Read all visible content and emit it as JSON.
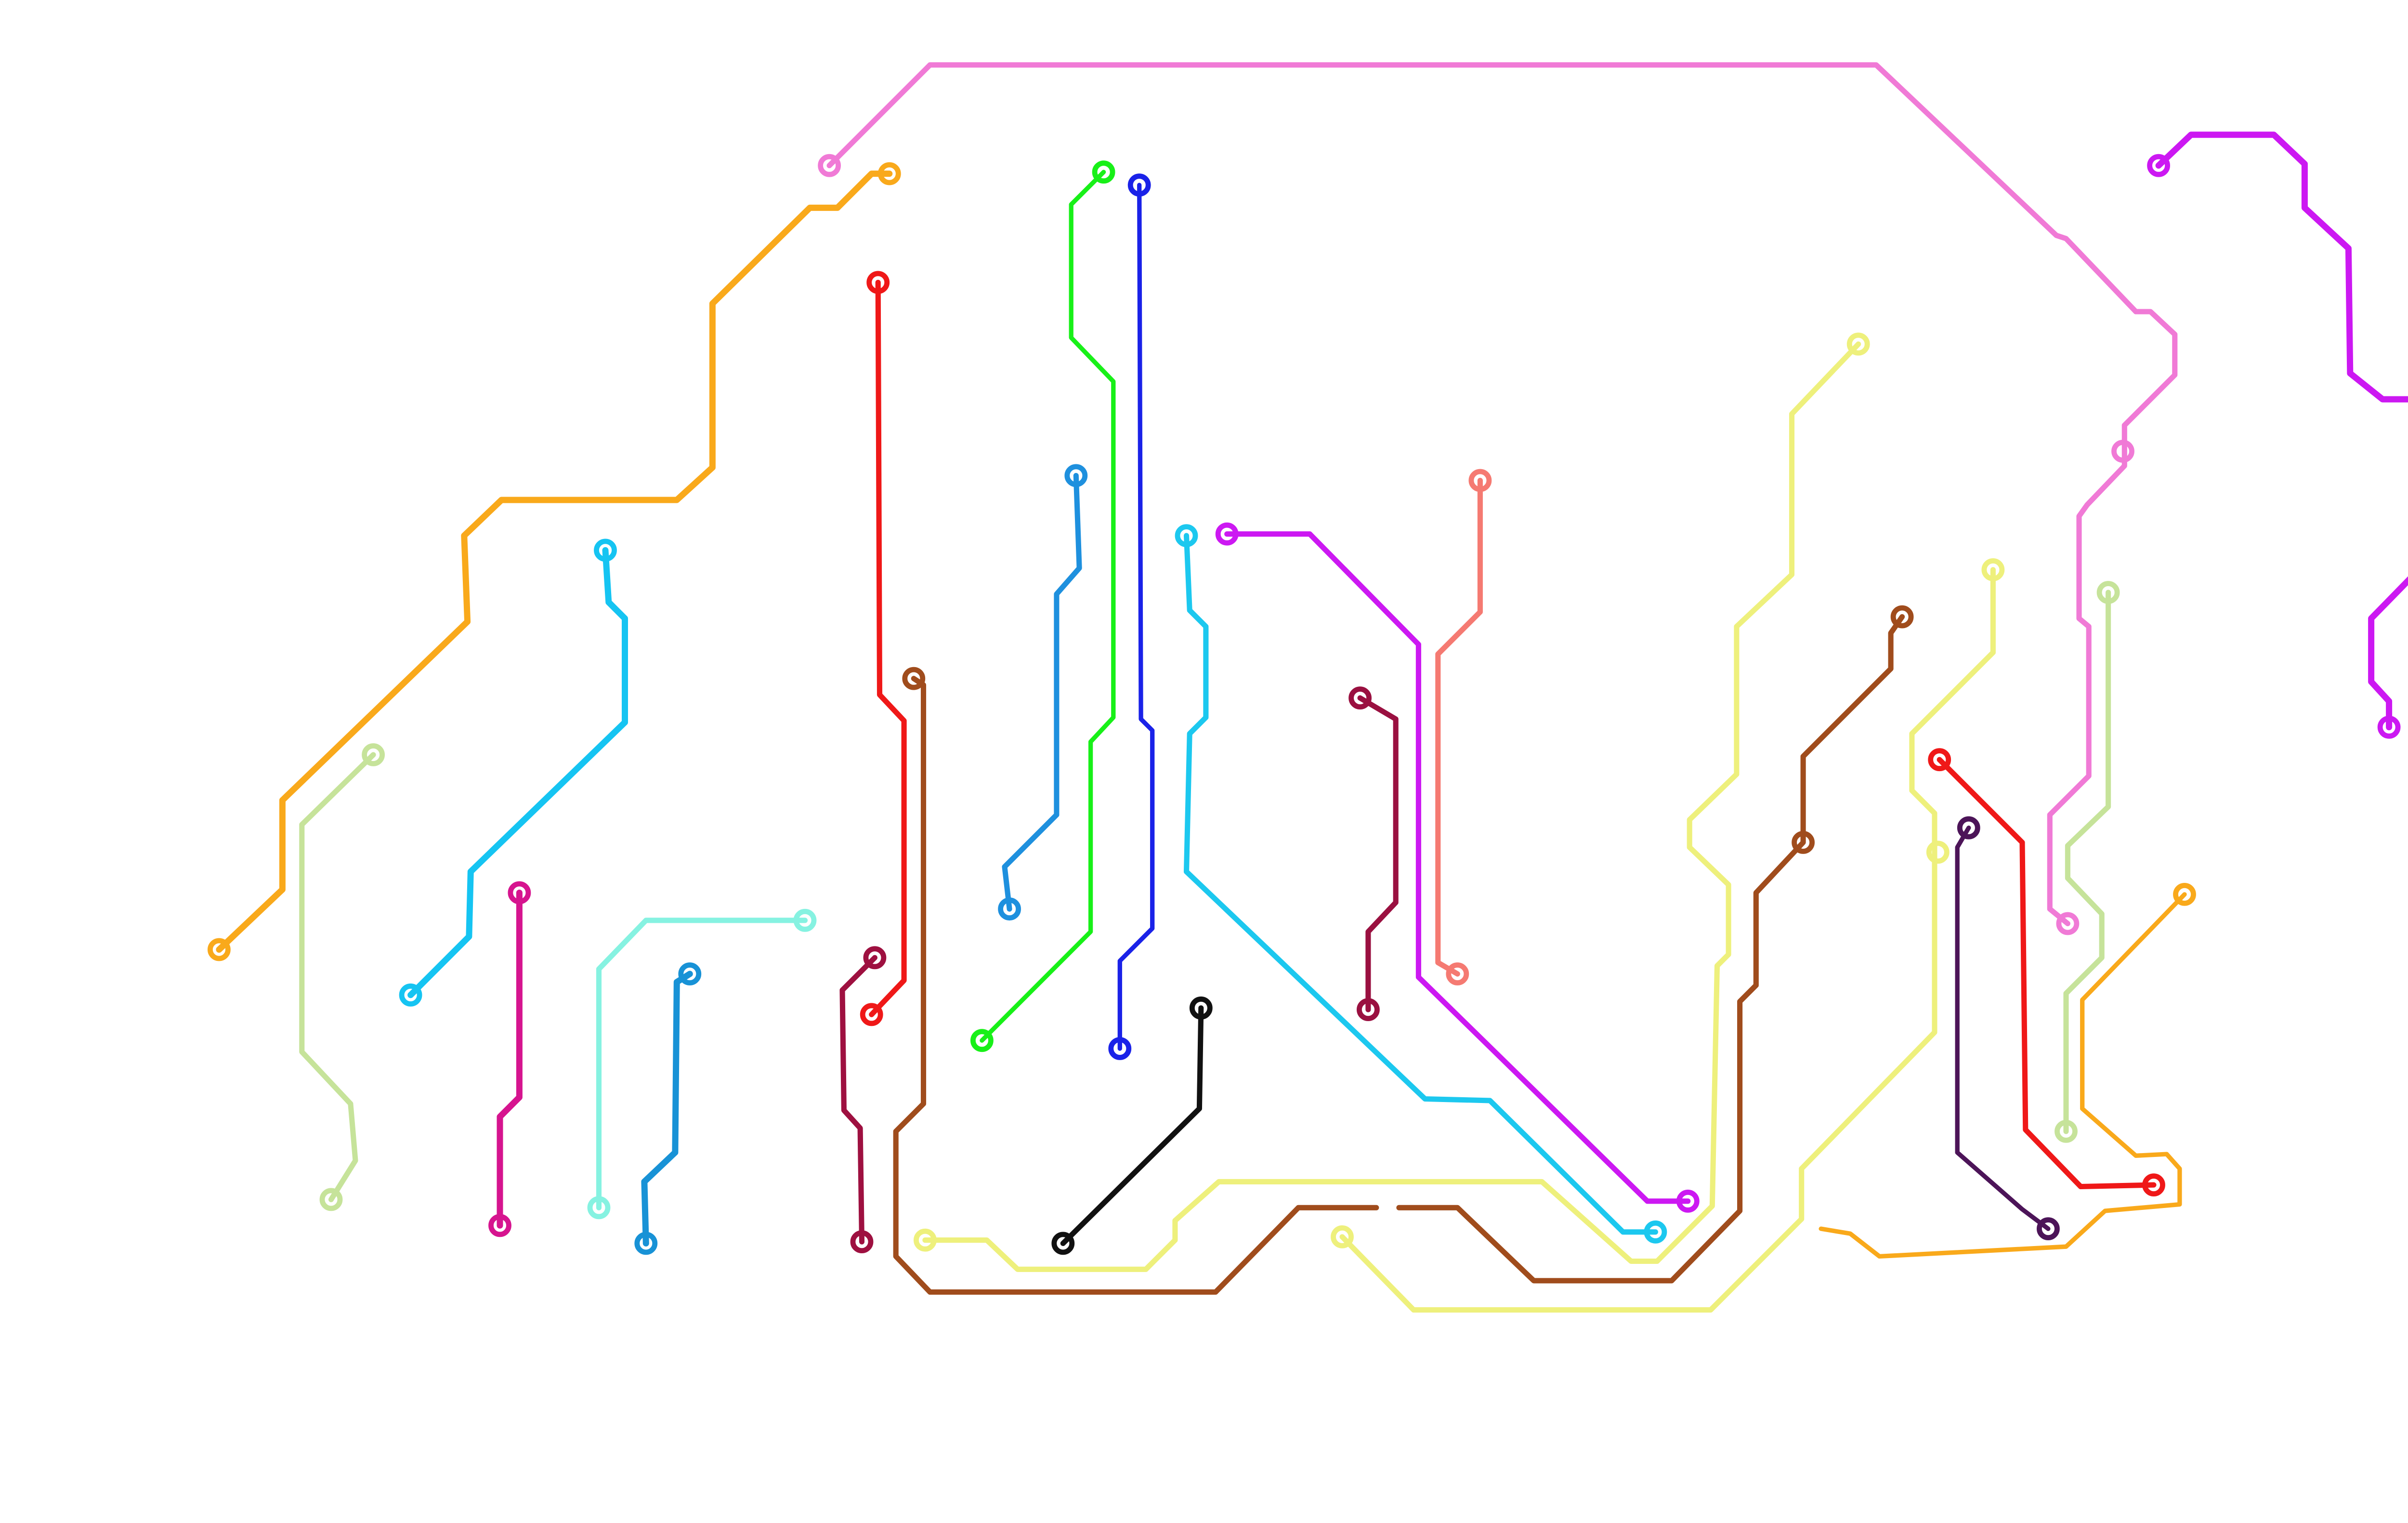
{
  "diagram": {
    "background": "#ffffff",
    "wires": [
      {
        "name": "pink-wire",
        "color": "#f07ad6"
      },
      {
        "name": "orange-wire",
        "color": "#f9a91b"
      },
      {
        "name": "light-green-wire",
        "color": "#c6e39a"
      },
      {
        "name": "sky-blue-wire-left",
        "color": "#15c4f2"
      },
      {
        "name": "magenta-wire",
        "color": "#d6148f"
      },
      {
        "name": "aquamarine-wire",
        "color": "#86f2e1"
      },
      {
        "name": "cerulean-wire-left",
        "color": "#1892d6"
      },
      {
        "name": "maroon-wire-left",
        "color": "#9e1040"
      },
      {
        "name": "red-wire-center",
        "color": "#ef1818"
      },
      {
        "name": "brown-wire-left",
        "color": "#a04c1c"
      },
      {
        "name": "yellow-wire-bottom",
        "color": "#eef07c"
      },
      {
        "name": "black-wire",
        "color": "#111111"
      },
      {
        "name": "cerulean-wire-center",
        "color": "#1e90de"
      },
      {
        "name": "green-wire",
        "color": "#18f018"
      },
      {
        "name": "blue-wire",
        "color": "#1a22e8"
      },
      {
        "name": "sky-blue-wire-center",
        "color": "#1cc8ef"
      },
      {
        "name": "violet-wire",
        "color": "#cc18f2"
      },
      {
        "name": "maroon-wire-center",
        "color": "#9a1040"
      },
      {
        "name": "salmon-wire",
        "color": "#f57a72"
      },
      {
        "name": "brown-wire-right",
        "color": "#a04c1c"
      },
      {
        "name": "yellow-wire-right",
        "color": "#eef07c"
      },
      {
        "name": "dark-purple-wire",
        "color": "#4c1458"
      },
      {
        "name": "red-wire-right",
        "color": "#ef1818"
      },
      {
        "name": "light-green-wire-right",
        "color": "#c6e39a"
      },
      {
        "name": "orange-wire-right",
        "color": "#f9a91b"
      },
      {
        "name": "violet-wire-right",
        "color": "#cc18f2"
      },
      {
        "name": "red-wire-far-right",
        "color": "#ef1818"
      },
      {
        "name": "violet-squiggle-wire",
        "color": "#cc18f2"
      }
    ]
  }
}
